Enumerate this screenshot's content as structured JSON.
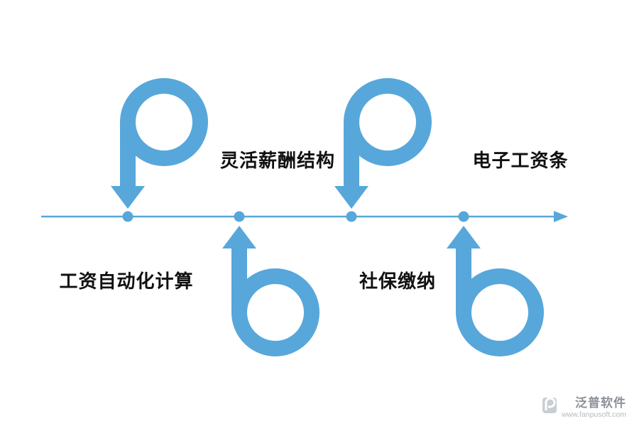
{
  "colors": {
    "accent": "#57a7db",
    "text": "#111111",
    "wm_text": "#8b9198",
    "wm_url": "#b3bac0"
  },
  "timeline": {
    "items": [
      {
        "label": "工资自动化计算",
        "label_side": "below",
        "arrow_direction": "down"
      },
      {
        "label": "灵活薪酬结构",
        "label_side": "above",
        "arrow_direction": "up"
      },
      {
        "label": "社保缴纳",
        "label_side": "below",
        "arrow_direction": "down"
      },
      {
        "label": "电子工资条",
        "label_side": "above",
        "arrow_direction": "up"
      }
    ]
  },
  "watermark": {
    "brand": "泛普软件",
    "url": "www.fanpusoft.com"
  }
}
